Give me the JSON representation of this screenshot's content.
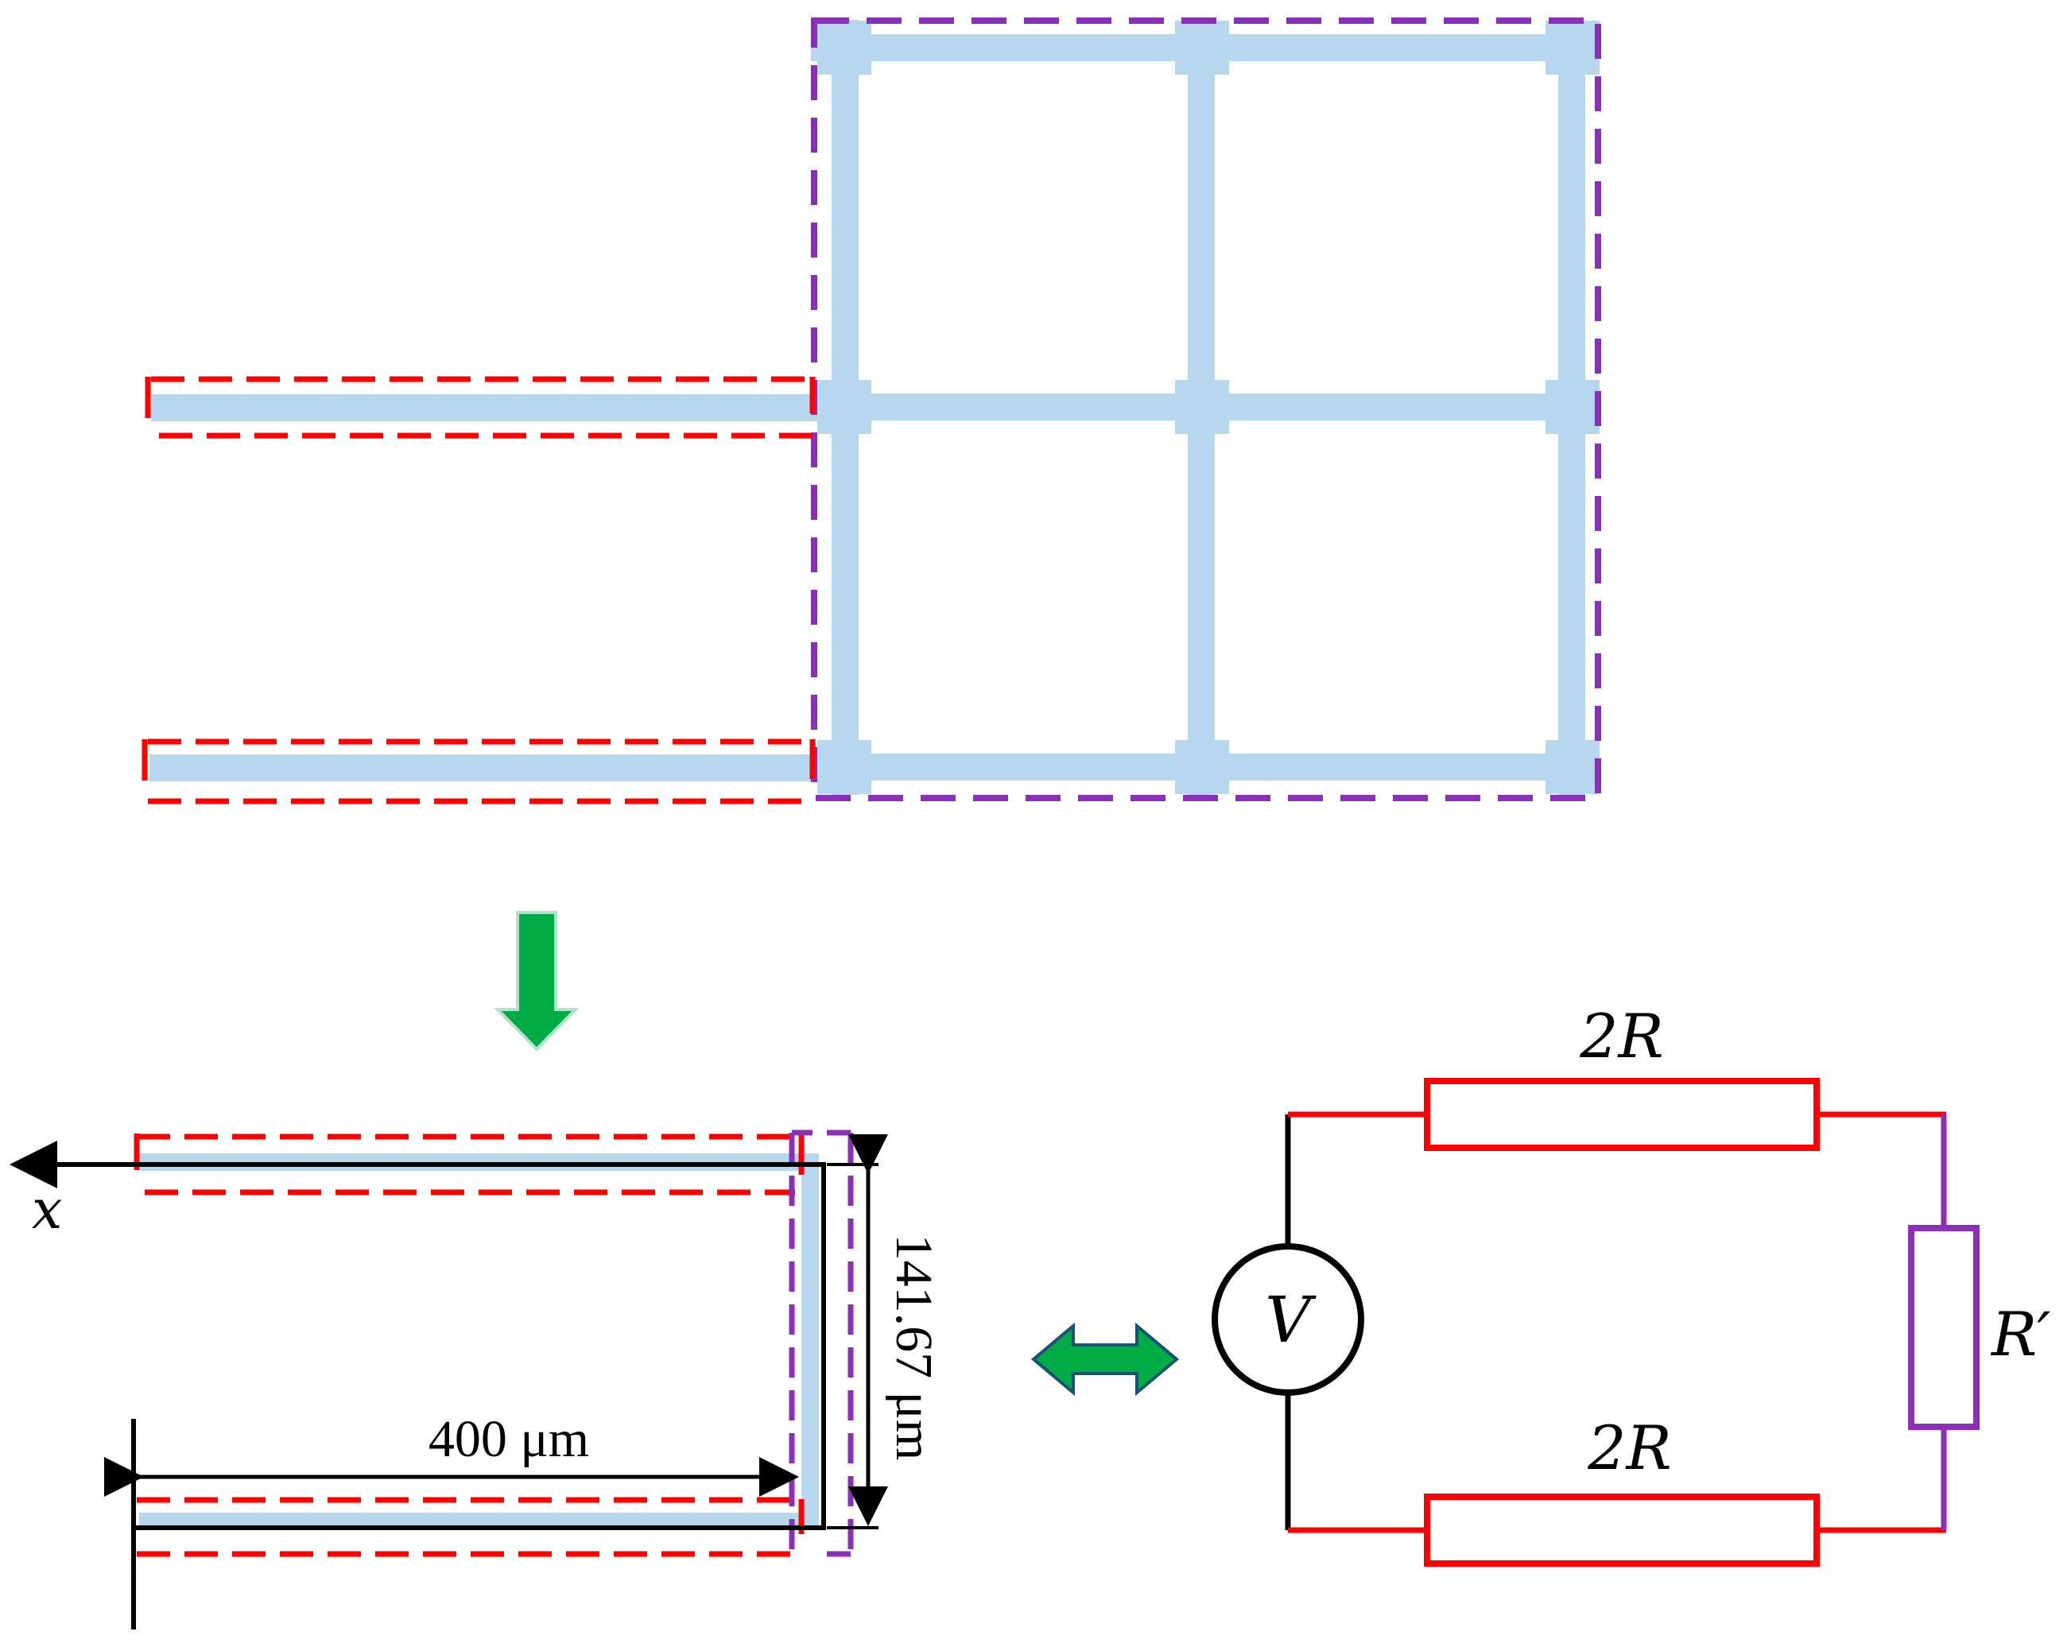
{
  "colors": {
    "trace": "#b7d7ef",
    "red": "#ff0000",
    "purple": "#8b2fb8",
    "black": "#000000",
    "green": "#00aa44",
    "green_outline": "#1a5276"
  },
  "icons": {
    "down_arrow": "green-down-arrow-icon",
    "double_arrow": "green-double-arrow-icon",
    "voltage_source": "voltage-source-icon"
  },
  "labels": {
    "axis_x": "x",
    "width_dim": "400 μm",
    "height_dim": "141.67 μm",
    "source": "V",
    "resistor_top": "2R",
    "resistor_bottom": "2R",
    "resistor_right": "R′"
  }
}
